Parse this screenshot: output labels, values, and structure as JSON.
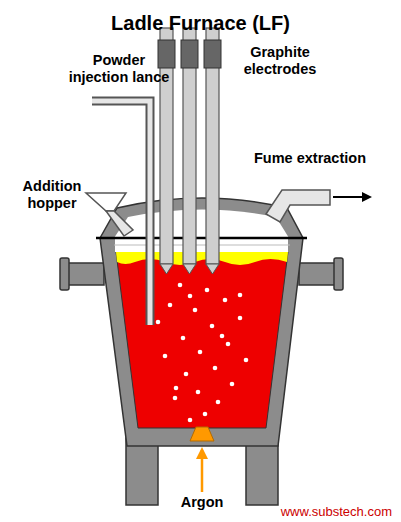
{
  "diagram": {
    "title": "Ladle Furnace (LF)",
    "labels": [
      "Powder injection lance",
      "Graphite electrodes",
      "Addition hopper",
      "Fume extraction",
      "Argon",
      "www.substech.com"
    ]
  }
}
